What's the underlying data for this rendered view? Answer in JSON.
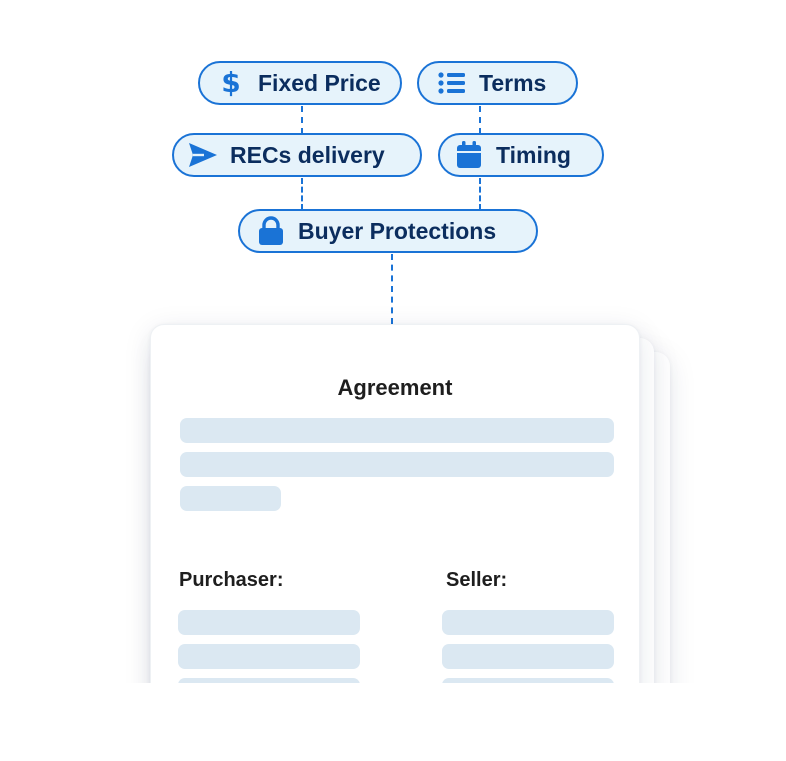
{
  "tags": {
    "fixed_price": "Fixed Price",
    "terms": "Terms",
    "recs_delivery": "RECs delivery",
    "timing": "Timing",
    "buyer_protections": "Buyer Protections"
  },
  "document": {
    "title": "Agreement",
    "purchaser_label": "Purchaser:",
    "seller_label": "Seller:"
  },
  "icons": {
    "fixed_price": "dollar-icon",
    "terms": "list-icon",
    "recs_delivery": "send-icon",
    "timing": "calendar-icon",
    "buyer_protections": "lock-icon"
  },
  "colors": {
    "accent": "#1a73d6",
    "pill_fill": "#e6f3fb",
    "pill_text": "#0b2d5e",
    "placeholder_bar": "#dbe8f2",
    "heading_text": "#1e1e1e"
  }
}
